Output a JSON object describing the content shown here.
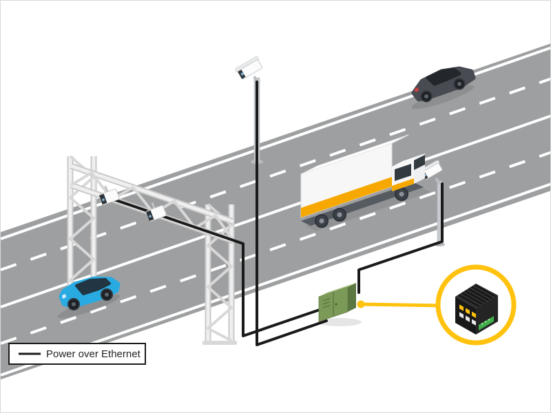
{
  "legend": {
    "label": "Power over Ethernet"
  },
  "colors": {
    "background": "#ffffff",
    "road": "#9d9fa1",
    "lane_marking": "#ffffff",
    "poe_line": "#1a1a1a",
    "accent_yellow": "#ffc20e",
    "car_blue": "#29abe2",
    "car_dark": "#484c52",
    "truck_orange": "#f6a800",
    "cabinet_green": "#7b9a58",
    "switch_black": "#181818",
    "structure_gray": "#e6e6e6"
  },
  "scene": {
    "components": [
      "highway-road",
      "camera-gantry",
      "gantry-camera-1",
      "gantry-camera-2",
      "pole-camera-top",
      "pole-camera-right",
      "blue-car",
      "dark-car",
      "delivery-truck",
      "roadside-cabinet",
      "poe-switch-callout"
    ]
  }
}
